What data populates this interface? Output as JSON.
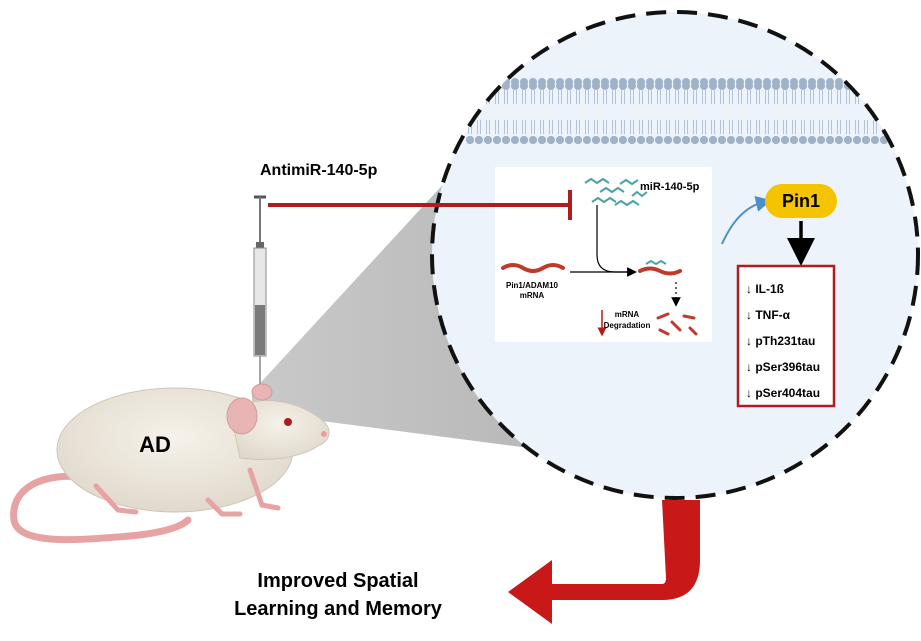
{
  "treatment": {
    "label": "AntimiR-140-5p"
  },
  "mouse": {
    "label": "AD"
  },
  "mechanism": {
    "mirna_label": "miR-140-5p",
    "mrna_label_line1": "Pin1/ADAM10",
    "mrna_label_line2": "mRNA",
    "degradation_line1": "mRNA",
    "degradation_line2": "Degradation"
  },
  "target": {
    "label": "Pin1",
    "effects": [
      {
        "arrow": "↓",
        "text": "IL-1ß"
      },
      {
        "arrow": "↓",
        "text": "TNF-α"
      },
      {
        "arrow": "↓",
        "text": "pTh231tau"
      },
      {
        "arrow": "↓",
        "text": "pSer396tau"
      },
      {
        "arrow": "↓",
        "text": "pSer404tau"
      }
    ]
  },
  "outcome": {
    "line1": "Improved Spatial",
    "line2": "Learning and Memory"
  },
  "colors": {
    "inhibition_red": "#b01c1c",
    "pin1_yellow": "#f5c400",
    "cell_bg": "#edf3fa",
    "membrane": "#9fb2c8",
    "rna_red": "#c0392b",
    "mirna_teal": "#4aa3a3",
    "cyan_arrow": "#4a90c8"
  }
}
